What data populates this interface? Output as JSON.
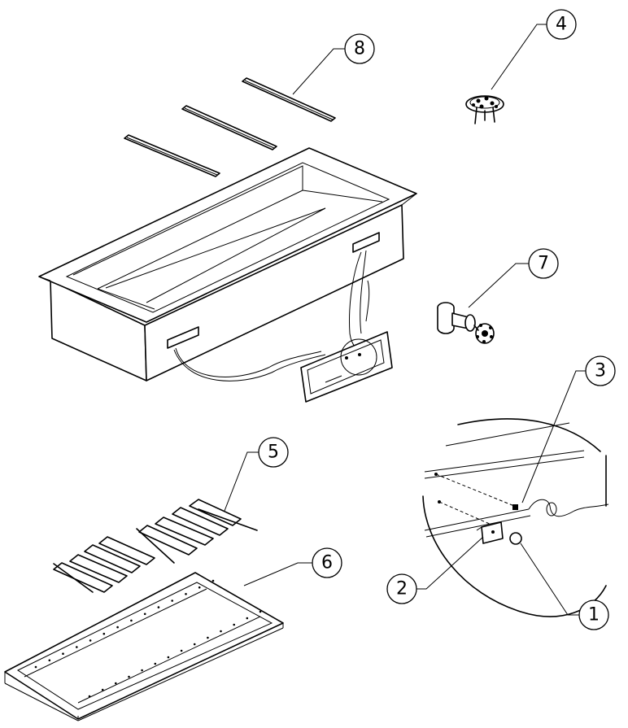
{
  "diagram": {
    "callouts": [
      {
        "id": "c8",
        "label": "8"
      },
      {
        "id": "c4",
        "label": "4"
      },
      {
        "id": "c7",
        "label": "7"
      },
      {
        "id": "c3",
        "label": "3"
      },
      {
        "id": "c5",
        "label": "5"
      },
      {
        "id": "c6",
        "label": "6"
      },
      {
        "id": "c2",
        "label": "2"
      },
      {
        "id": "c1",
        "label": "1"
      }
    ]
  }
}
